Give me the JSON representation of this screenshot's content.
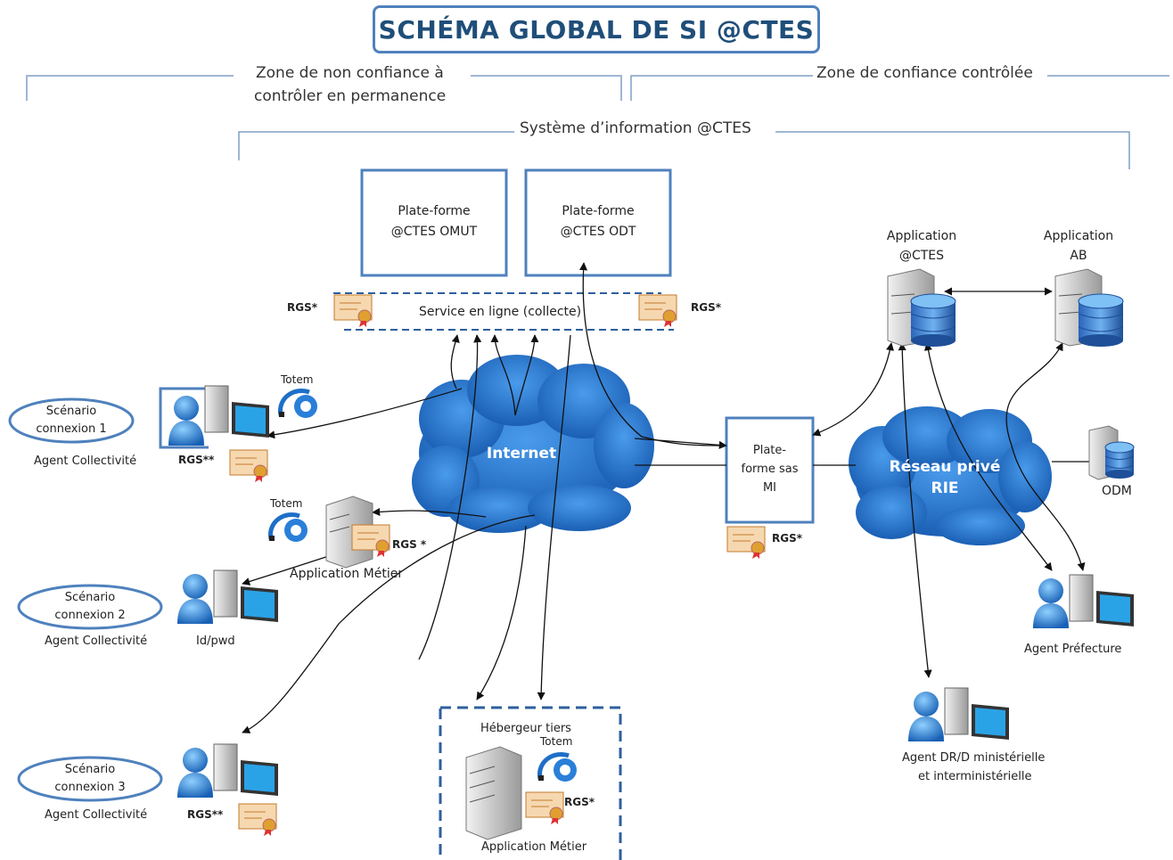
{
  "title": "SCHÉMA GLOBAL DE SI @CTES",
  "zones": {
    "non_trust_line1": "Zone de non confiance à",
    "non_trust_line2": "contrôler en permanence",
    "trust": "Zone de confiance contrôlée",
    "system": "Système d’information @CTES"
  },
  "platforms": {
    "omut_line1": "Plate-forme",
    "omut_line2": "@CTES OMUT",
    "odt_line1": "Plate-forme",
    "odt_line2": "@CTES ODT",
    "service": "Service en ligne (collecte)",
    "sas_line1": "Plate-",
    "sas_line2": "forme sas",
    "sas_line3": "MI"
  },
  "networks": {
    "internet": "Internet",
    "rie_line1": "Réseau privé",
    "rie_line2": "RIE"
  },
  "servers": {
    "app_ctes_line1": "Application",
    "app_ctes_line2": "@CTES",
    "app_ab_line1": "Application",
    "app_ab_line2": "AB",
    "odm": "ODM",
    "app_metier": "Application Métier",
    "hebergeur": "Hébergeur tiers",
    "hebergeur_app": "Application Métier"
  },
  "scenarios": [
    {
      "line1": "Scénario",
      "line2": "connexion 1",
      "agent": "Agent Collectivité",
      "credential": "RGS**"
    },
    {
      "line1": "Scénario",
      "line2": "connexion 2",
      "agent": "Agent Collectivité",
      "credential": "Id/pwd"
    },
    {
      "line1": "Scénario",
      "line2": "connexion 3",
      "agent": "Agent Collectivité",
      "credential": "RGS**"
    }
  ],
  "labels": {
    "rgs_star": "RGS*",
    "rgs_star_space": "RGS *",
    "totem": "Totem"
  },
  "agents": {
    "prefecture": "Agent Préfecture",
    "dr_line1": "Agent DR/D ministérielle",
    "dr_line2": "et interministérielle"
  },
  "colors": {
    "accent": "#4f81bd",
    "title_text": "#1f4e79",
    "cloud": "#1f6fc5",
    "dashed": "#2e5f9e"
  },
  "icons": [
    "user-icon",
    "computer-icon",
    "server-icon",
    "database-icon",
    "certificate-icon",
    "totem-icon"
  ]
}
